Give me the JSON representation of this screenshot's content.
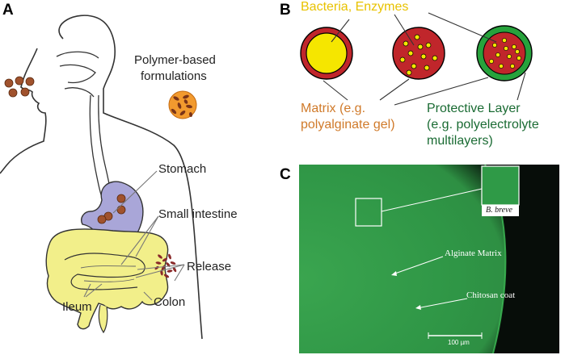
{
  "panels": {
    "a": "A",
    "b": "B",
    "c": "C"
  },
  "panel_a": {
    "formulation_label_line1": "Polymer-based",
    "formulation_label_line2": "formulations",
    "stomach": "Stomach",
    "small_intestine": "Small intestine",
    "release": "Release",
    "ileum": "Ileum",
    "colon": "Colon"
  },
  "panel_b": {
    "bacteria_enzymes": "Bacteria, Enzymes",
    "matrix_line1": "Matrix (e.g.",
    "matrix_line2": "polyalginate gel)",
    "protective_line1": "Protective Layer",
    "protective_line2": "(e.g. polyelectrolyte",
    "protective_line3": "multilayers)"
  },
  "panel_c": {
    "inset_label": "B. breve",
    "alginate_matrix": "Alginate Matrix",
    "chitosan_coat": "Chitosan coat",
    "scale_bar": "100 µm"
  },
  "colors": {
    "stomach": "#a9a6d8",
    "intestine": "#f2ef8a",
    "bead_red": "#c0262b",
    "bead_yellow": "#f5e600",
    "bead_green": "#27a23c",
    "micro_green": "#2e9a45",
    "particle_brown": "#8a4a2a"
  }
}
